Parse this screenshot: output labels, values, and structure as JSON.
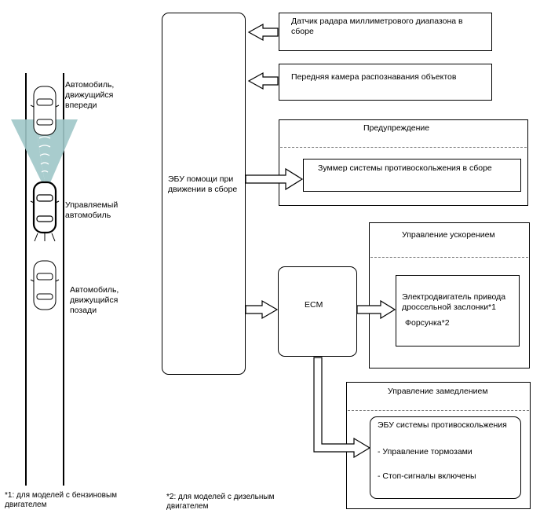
{
  "scene": {
    "vehicle_ahead": "Автомобиль,\nдвижущийся\nвпереди",
    "own_vehicle": "Управляемый\nавтомобиль",
    "vehicle_behind": "Автомобиль,\nдвижущийся\nпозади"
  },
  "ecu": {
    "label": "ЭБУ помощи при\nдвижении в сборе"
  },
  "inputs": {
    "radar": "Датчик радара миллиметрового диапазона в\nсборе",
    "camera": "Передняя камера распознавания объектов"
  },
  "warning": {
    "title": "Предупреждение",
    "buzzer": "Зуммер системы противоскольжения в сборе"
  },
  "ecm": {
    "label": "ECM"
  },
  "acceleration": {
    "title": "Управление ускорением",
    "actuator": "Электродвигатель привода\nдроссельной заслонки*1",
    "injector": "Форсунка*2"
  },
  "deceleration": {
    "title": "Управление замедлением",
    "ecu": "ЭБУ системы противоскольжения",
    "brakes": "- Управление тормозами",
    "stoplights": "- Стоп-сигналы включены"
  },
  "footnotes": {
    "note1": "*1: для моделей с бензиновым\nдвигателем",
    "note2": "*2: для моделей с дизельным\nдвигателем"
  }
}
